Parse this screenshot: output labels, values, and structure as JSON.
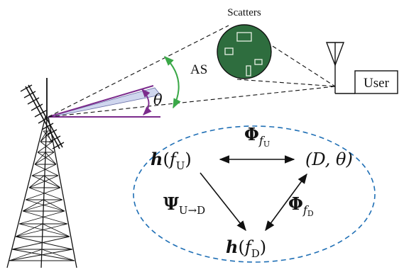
{
  "labels": {
    "scatters": "Scatters",
    "user": "User",
    "as": "AS",
    "theta": "θ"
  },
  "math": {
    "h_fu_main": "h",
    "h_fu_paren_open": "(",
    "h_fu_f": "f",
    "h_fu_sub": "U",
    "h_fu_paren_close": ")",
    "h_fd_main": "h",
    "h_fd_paren_open": "(",
    "h_fd_f": "f",
    "h_fd_sub": "D",
    "h_fd_paren_close": ")",
    "d_theta": "(D, θ)",
    "phi_fu_main": "Φ",
    "phi_fu_f": "f",
    "phi_fu_sub": "U",
    "phi_fd_main": "Φ",
    "phi_fd_f": "f",
    "phi_fd_sub": "D",
    "psi_main": "Ψ",
    "psi_sub": "U→D"
  },
  "colors": {
    "ellipse_border": "#1f6fb5",
    "beam_fill": "#cfd6ee",
    "beam_edge": "#7b2b8c",
    "as_arrow": "#3aa847",
    "theta_arrow": "#7b2b8c",
    "scatter_fill": "#2e6d3e",
    "stroke": "#111111"
  }
}
